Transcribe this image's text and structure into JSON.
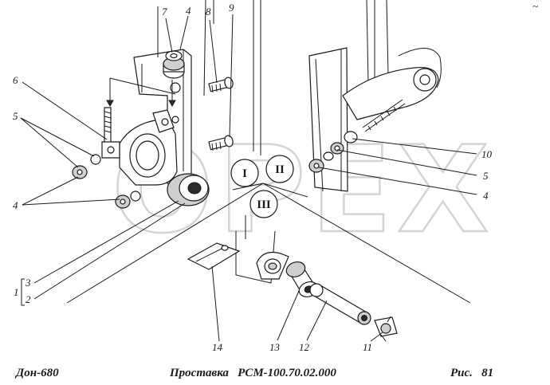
{
  "callouts": [
    "7",
    "4",
    "8",
    "9",
    "6",
    "5",
    "4",
    "1",
    "3",
    "2",
    "10",
    "5",
    "4",
    "14",
    "13",
    "12",
    "11"
  ],
  "views": [
    "I",
    "II",
    "III"
  ],
  "footer": {
    "left": "Дон-680",
    "center": "Проставка   РСМ-100.70.02.000",
    "right": "Рис.   81"
  },
  "watermark": "OPEX",
  "corner_mark": "~"
}
